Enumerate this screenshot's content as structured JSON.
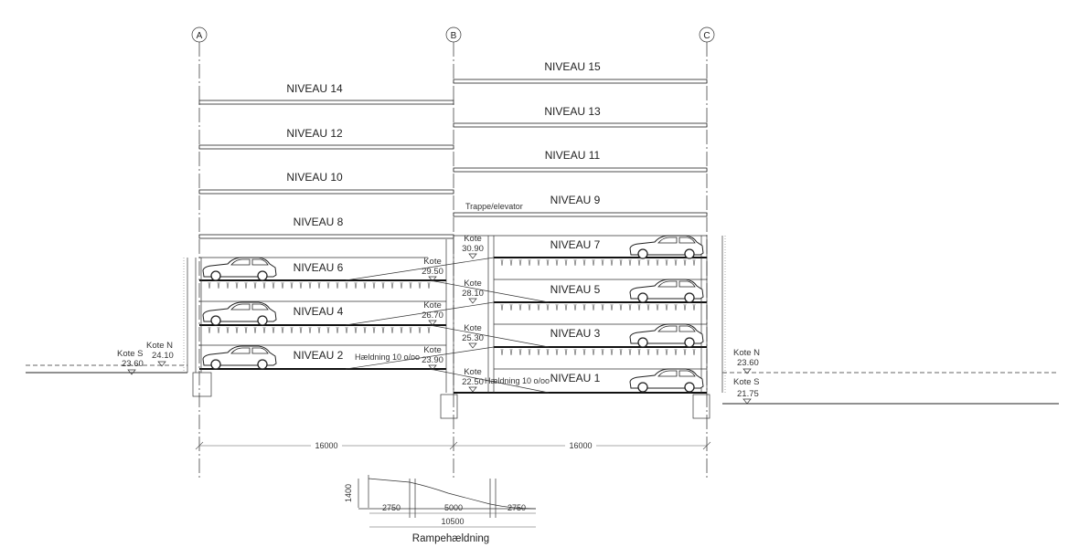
{
  "grid_axes": [
    "A",
    "B",
    "C"
  ],
  "levels_left": [
    "NIVEAU 14",
    "NIVEAU 12",
    "NIVEAU 10",
    "NIVEAU 8",
    "NIVEAU 6",
    "NIVEAU 4",
    "NIVEAU 2"
  ],
  "levels_right": [
    "NIVEAU 15",
    "NIVEAU 13",
    "NIVEAU 11",
    "NIVEAU 9",
    "NIVEAU 7",
    "NIVEAU 5",
    "NIVEAU 3",
    "NIVEAU 1"
  ],
  "trappe_label": "Trappe/elevator",
  "kote_word": "Kote",
  "kote_center": [
    "30.90",
    "29.50",
    "28.10",
    "26.70",
    "25.30",
    "23.90",
    "22.50"
  ],
  "slope_label": "Hældning 10 o/oo",
  "kote_west": {
    "s_label": "Kote S",
    "s_value": "23.60",
    "n_label": "Kote N",
    "n_value": "24.10"
  },
  "kote_east": {
    "n_label": "Kote N",
    "n_value": "23.60",
    "s_label": "Kote S",
    "s_value": "21.75"
  },
  "span_dims": [
    "16000",
    "16000"
  ],
  "ramp": {
    "title": "Rampehældning",
    "height": "1400",
    "segments": [
      "2750",
      "5000",
      "2750"
    ],
    "total": "10500"
  }
}
